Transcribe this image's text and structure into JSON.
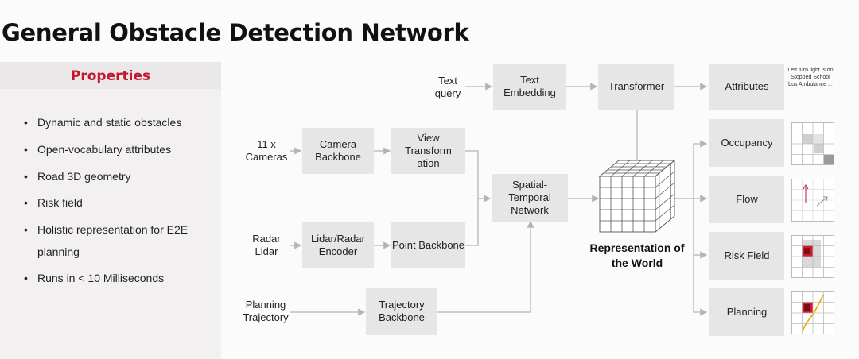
{
  "title": "General Obstacle Detection Network",
  "properties": {
    "header": "Properties",
    "items": [
      "Dynamic and static obstacles",
      "Open-vocabulary attributes",
      "Road 3D  geometry",
      "Risk field",
      "Holistic representation for E2E planning",
      "Runs in < 10 Milliseconds"
    ]
  },
  "inputs": {
    "text_query": "Text query",
    "cameras": "11 x Cameras",
    "radar_lidar": "Radar Lidar",
    "planning_trajectory": "Planning Trajectory"
  },
  "modules": {
    "text_embedding": "Text Embedding",
    "transformer": "Transformer",
    "camera_backbone": "Camera Backbone",
    "view_transformation": "View Transform ation",
    "lidar_radar_encoder": "Lidar/Radar Encoder",
    "point_backbone": "Point Backbone",
    "spatial_temporal_network": "Spatial- Temporal Network",
    "trajectory_backbone": "Trajectory Backbone"
  },
  "representation": "Representation of the World",
  "outputs": {
    "attributes": "Attributes",
    "occupancy": "Occupancy",
    "flow": "Flow",
    "risk_field": "Risk Field",
    "planning": "Planning"
  },
  "attributes_note": "Left turn light is on Stopped School bus Ambulance ...",
  "colors": {
    "accent": "#c0182e",
    "box_fill": "#e6e6e6",
    "connector": "#b4b4b4"
  }
}
